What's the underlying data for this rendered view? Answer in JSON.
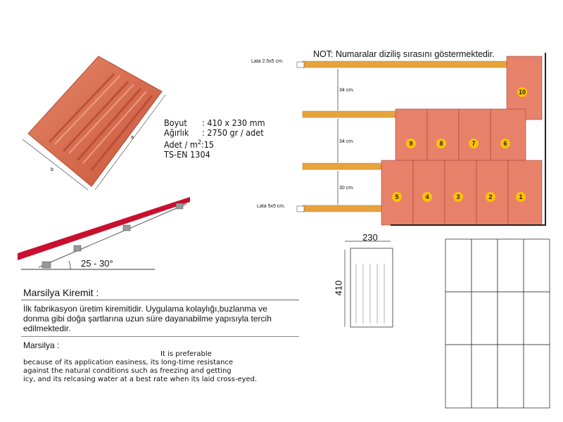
{
  "note": "NOT: Numaralar diziliş sırasını göstermektedir.",
  "specs": {
    "size_label": "Boyut",
    "size_value": ": 410 x 230 mm",
    "weight_label": "Ağırlık",
    "weight_value": ": 2750 gr / adet",
    "count_label": "Adet / m",
    "count_sup": "2",
    "count_value": ":15",
    "standard": "TS-EN 1304"
  },
  "tile_labels": {
    "a": "a",
    "b": "b"
  },
  "roof": {
    "angle": "25 - 30°"
  },
  "battens": {
    "top_label": "Lata 2.5x5 cm.",
    "bottom_label": "Lata 5x5 cm.",
    "gap1": "34 cm.",
    "gap2": "34 cm.",
    "gap3": "30 cm."
  },
  "tile_numbers": [
    "1",
    "2",
    "3",
    "4",
    "5",
    "6",
    "7",
    "8",
    "9",
    "10"
  ],
  "dims": {
    "width": "230",
    "height": "410"
  },
  "title": "Marsilya Kiremit :",
  "desc_tr": "İlk fabrikasyon üretim kiremitidir.  Uygulama kolaylığı,buzlanma ve donma gibi doğa şartlarına uzun süre dayanabilme yapısıyla tercih edilmektedir.",
  "subtitle": "Marsilya :",
  "desc_en_1": "It is preferable",
  "desc_en_2": "because of its application easiness, its long-time resistance",
  "desc_en_3": "against the natural conditions such as freezing and getting",
  "desc_en_4": "icy, and its relcasing water at a best rate when its laid cross-eyed."
}
